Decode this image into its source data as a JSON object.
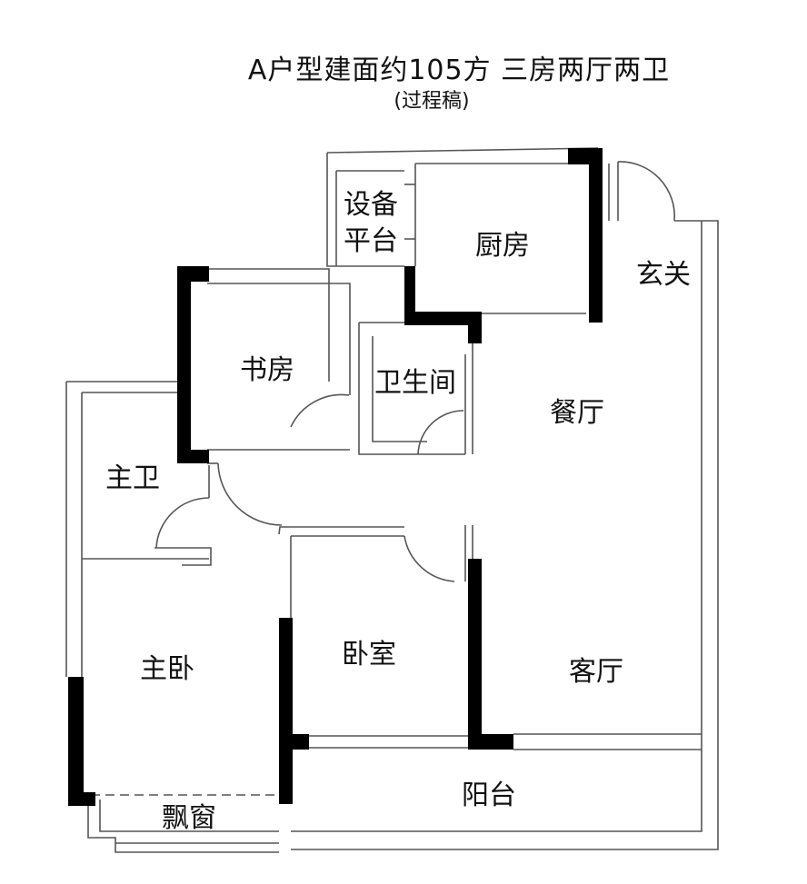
{
  "title": "A户型建面约105方  三房两厅两卫",
  "subtitle": "(过程稿)",
  "rooms": {
    "equipment_platform": "设备\n平台",
    "kitchen": "厨房",
    "entrance": "玄关",
    "study": "书房",
    "guest_bathroom": "卫生间",
    "dining_room": "餐厅",
    "master_bathroom": "主卫",
    "master_bedroom": "主卧",
    "bedroom": "卧室",
    "living_room": "客厅",
    "bay_window": "飘窗",
    "balcony": "阳台"
  },
  "colors": {
    "wall_solid": "#000000",
    "wall_line": "#555555",
    "background": "#ffffff"
  }
}
